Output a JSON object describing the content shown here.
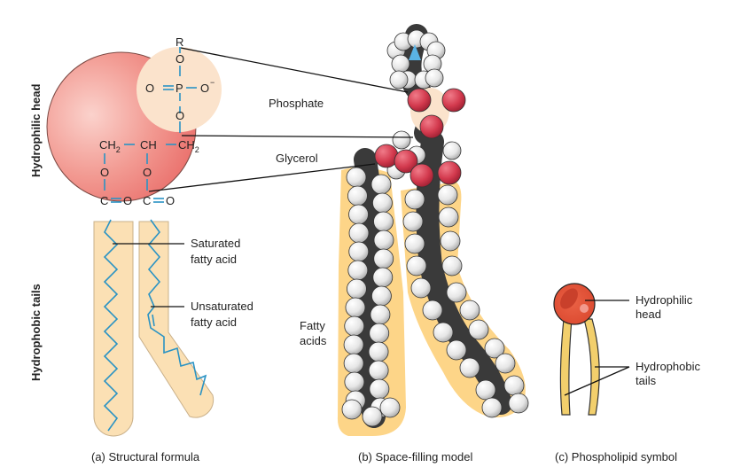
{
  "side_labels": {
    "hydrophilic_head": "Hydrophilic head",
    "hydrophobic_tails": "Hydrophobic tails"
  },
  "structural_formula": {
    "atoms": {
      "R": "R",
      "O_top": "O",
      "P": "P",
      "O_double": "O",
      "O_minus": "O",
      "minus_sign": "−",
      "O_bottom": "O",
      "CH2_left": "CH",
      "CH2_left_sub": "2",
      "CH_mid": "CH",
      "CH2_right": "CH",
      "CH2_right_sub": "2",
      "O_ester_left": "O",
      "O_ester_right": "O",
      "C_left": "C",
      "O_carbonyl_left": "O",
      "C_right": "C",
      "O_carbonyl_right": "O"
    },
    "labels": {
      "saturated_line1": "Saturated",
      "saturated_line2": "fatty acid",
      "unsaturated_line1": "Unsaturated",
      "unsaturated_line2": "fatty acid"
    },
    "caption": "(a) Structural formula"
  },
  "space_filling": {
    "labels": {
      "phosphate": "Phosphate",
      "glycerol": "Glycerol",
      "fatty_line1": "Fatty",
      "fatty_line2": "acids"
    },
    "caption": "(b) Space-filling model"
  },
  "symbol": {
    "labels": {
      "head_line1": "Hydrophilic",
      "head_line2": "head",
      "tails_line1": "Hydrophobic",
      "tails_line2": "tails"
    },
    "caption": "(c) Phospholipid symbol"
  },
  "colors": {
    "head_red": "#ef7a74",
    "phosphate_cream": "#fbe3cc",
    "tail_fill": "#fbe0b4",
    "bond_blue": "#2a93c4",
    "fatty_yellow": "#fdd588",
    "oxygen_red": "#d33a4e",
    "carbon_dark": "#3a3a3a",
    "hydrogen_white": "#eeeeee",
    "nitrogen_blue": "#5ab4e6",
    "symbol_head": "#e4573c",
    "symbol_tail": "#f2cf6c"
  }
}
